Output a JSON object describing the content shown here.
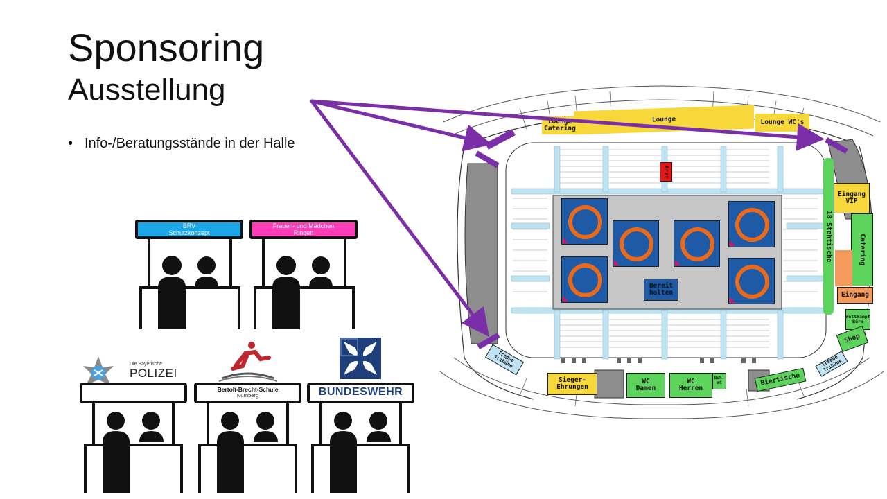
{
  "slide": {
    "title": "Sponsoring",
    "subtitle": "Ausstellung",
    "bullet": "Info-/Beratungsstände in der Halle",
    "bullet_marker": "•"
  },
  "booths": [
    {
      "sign_line1": "BRV",
      "sign_line2": "Schutzkonzept",
      "sign_color": "#1aa7e8"
    },
    {
      "sign_line1": "Frauen- und Mädchen",
      "sign_line2": "Ringen",
      "sign_color": "#ff3db8"
    },
    {
      "logo_line1": "Die Bayerische",
      "logo_line2": "POLIZEI"
    },
    {
      "logo_line1": "Bertolt-Brecht-Schule",
      "logo_line2": "Nürnberg"
    },
    {
      "logo_line1": "BUNDESWEHR"
    }
  ],
  "map": {
    "lounge": "Lounge",
    "lounge_catering": "Lounge\nCatering",
    "lounge_wc": "Lounge WC's",
    "arzt": "Arzt",
    "eingang_vip": "Eingang\nVIP",
    "stehtische": "18 Stehtische",
    "catering": "Catering",
    "eingang": "Eingang",
    "wettkampfbuero": "Wettkampf\nBüro",
    "shop": "Shop",
    "bereit_halten": "Bereit\nhalten",
    "siegerehrungen": "Sieger-\nEhrungen",
    "wc_damen": "WC\nDamen",
    "wc_herren": "WC\nHerren",
    "behindert_wc": "Beh.\nWC",
    "biertische": "Biertische",
    "treppe_left": "Treppe\nTribüne",
    "treppe_right": "Treppe\nTribüne",
    "colors": {
      "yellow": "#f7d83a",
      "green": "#5cd45c",
      "red": "#e11",
      "orange": "#f39a5c",
      "mat_blue": "#1f5aa6",
      "arrow": "#7a2fa8"
    }
  }
}
